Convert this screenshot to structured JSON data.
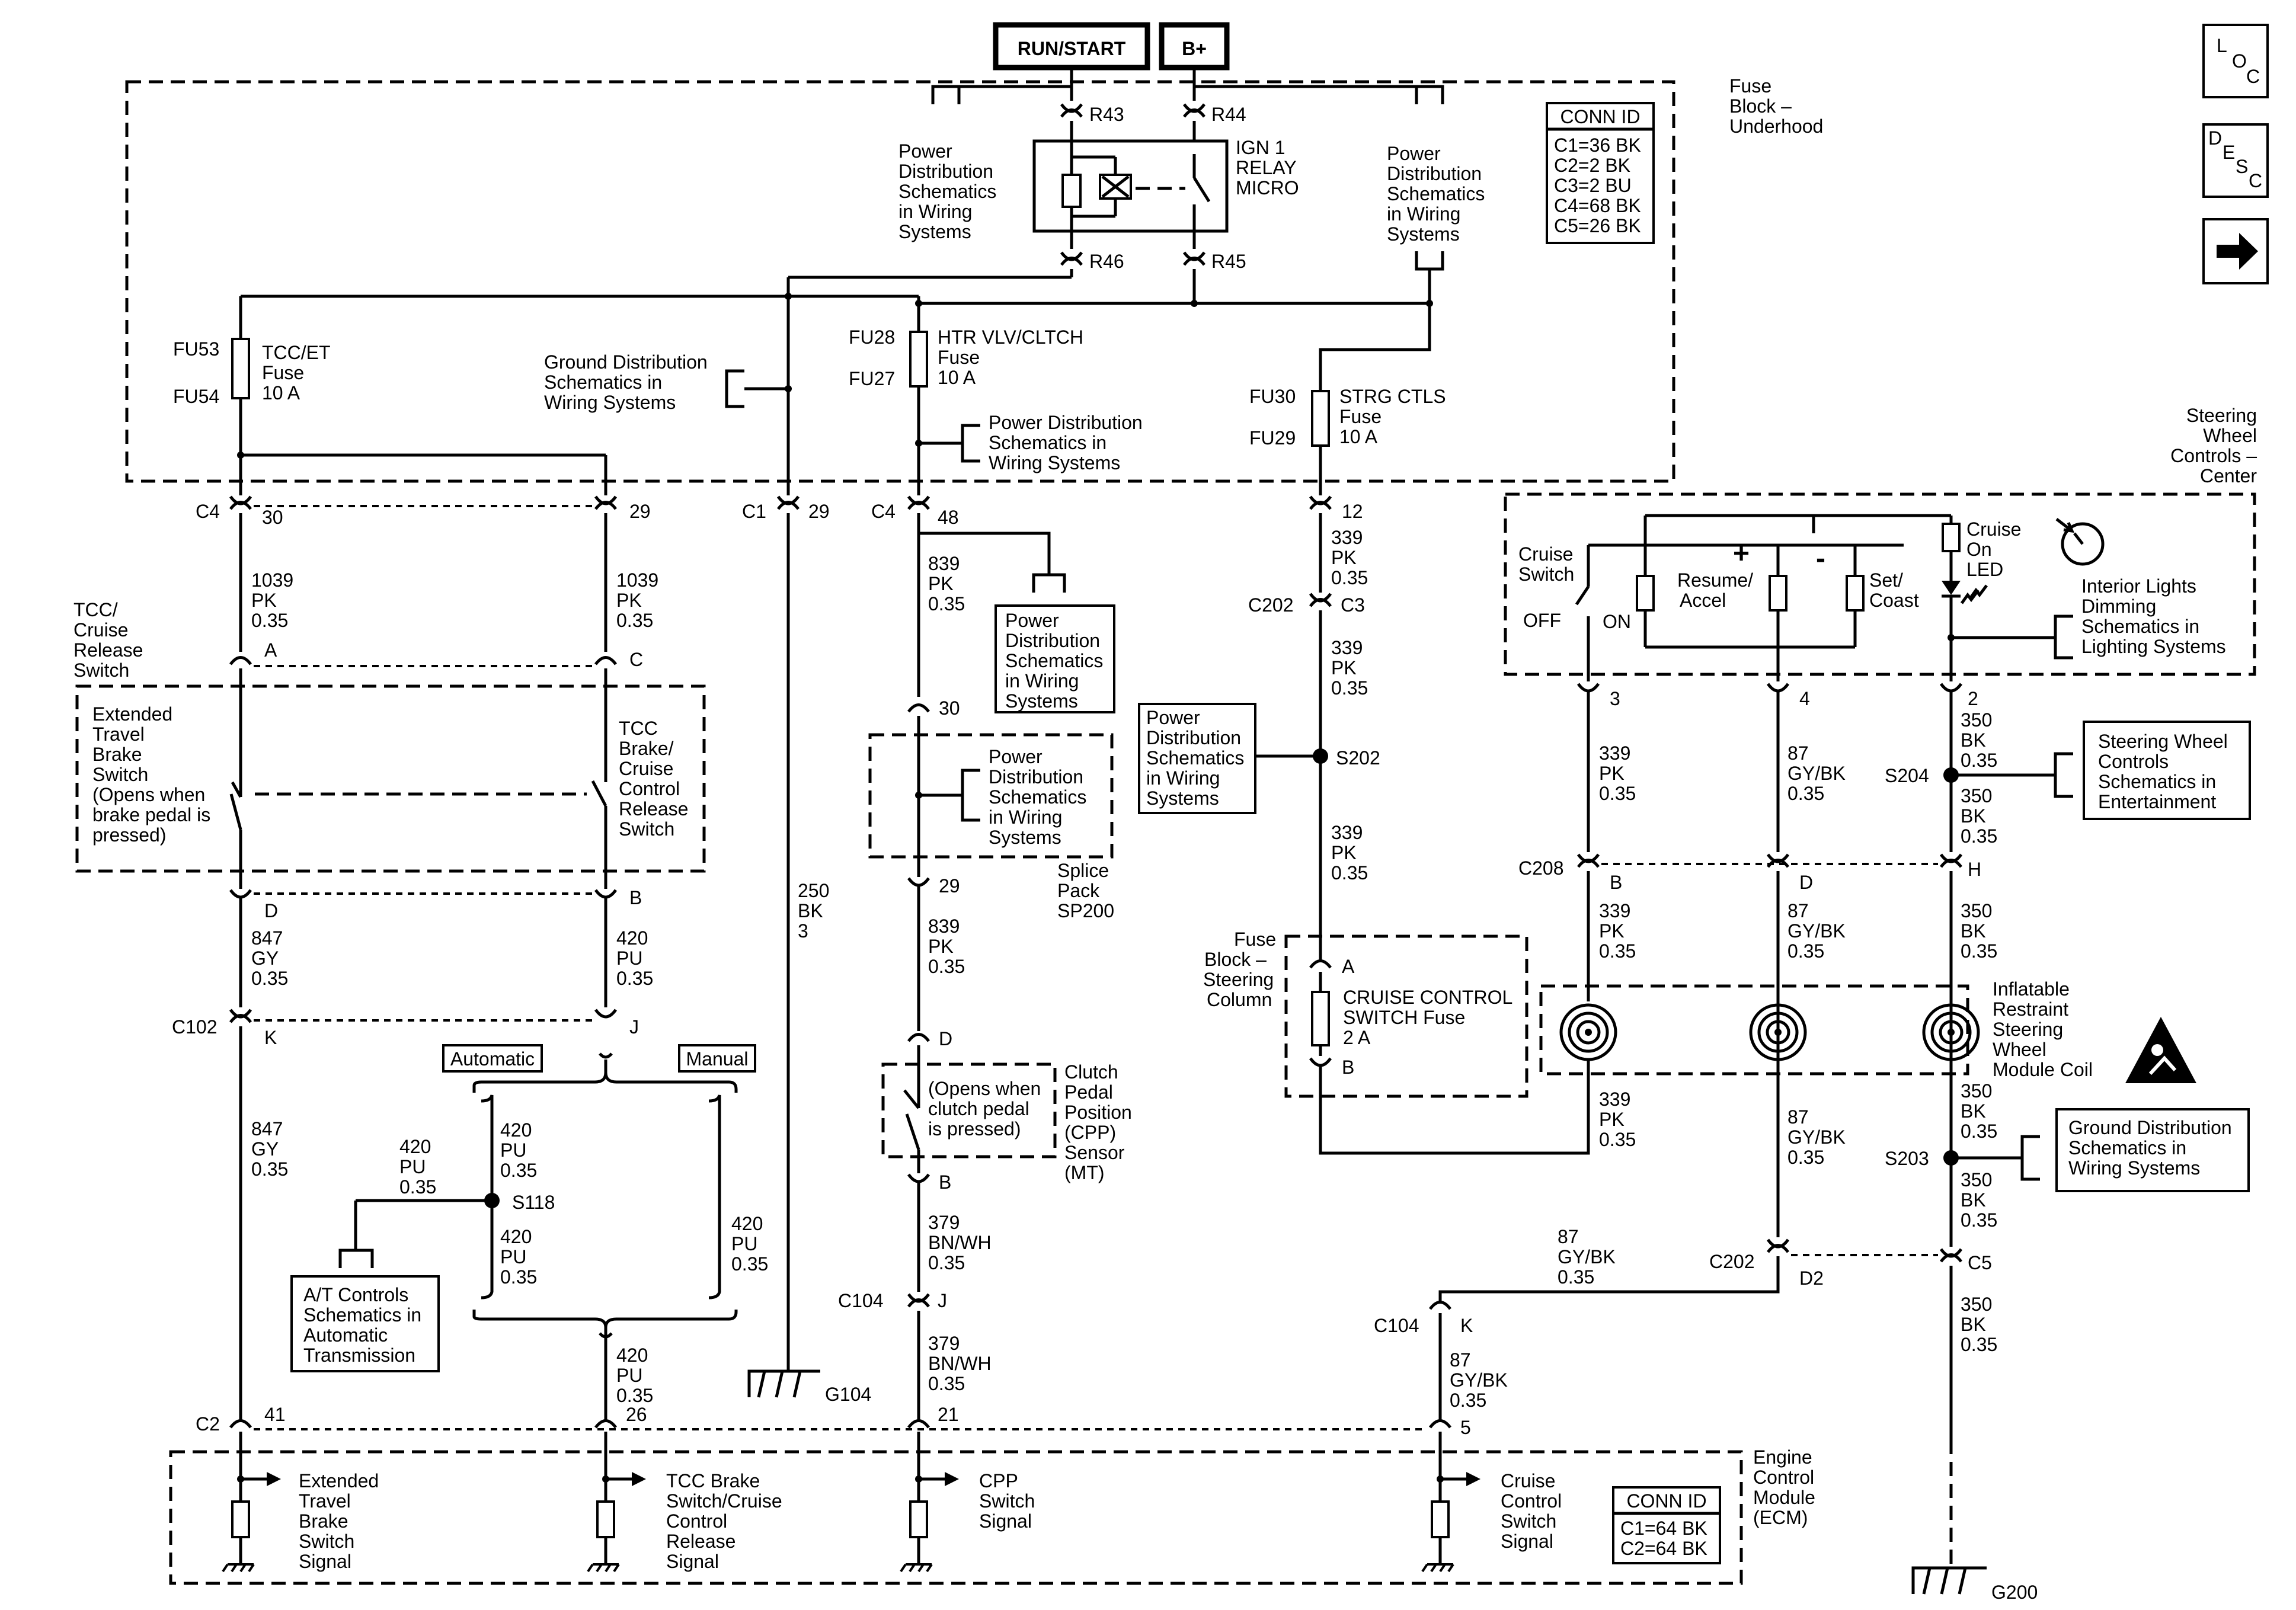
{
  "top": {
    "run_start": "RUN/START",
    "b_plus": "B+"
  },
  "nav": {
    "loc_l": "L",
    "loc_o": "O",
    "loc_c": "C",
    "desc_d": "D",
    "desc_e": "E",
    "desc_s": "S",
    "desc_c": "C",
    "arrow": "➡"
  },
  "fuse_block_underhood": {
    "title": [
      "Fuse",
      "Block –",
      "Underhood"
    ],
    "conn_title": "CONN ID",
    "conn": [
      "C1=36 BK",
      "C2=2 BK",
      "C3=2 BU",
      "C4=68 BK",
      "C5=26 BK"
    ],
    "r43": "R43",
    "r44": "R44",
    "r45": "R45",
    "r46": "R46",
    "relay": [
      "IGN 1",
      "RELAY",
      "MICRO"
    ],
    "pd_left": [
      "Power",
      "Distribution",
      "Schematics",
      "in Wiring",
      "Systems"
    ],
    "pd_right": [
      "Power",
      "Distribution",
      "Schematics",
      "in Wiring",
      "Systems"
    ],
    "fu53": "FU53",
    "fu54": "FU54",
    "tcc_fuse": [
      "TCC/ET",
      "Fuse",
      "10 A"
    ],
    "ground_ref": [
      "Ground Distribution",
      "Schematics in",
      "Wiring Systems"
    ],
    "fu28": "FU28",
    "fu27": "FU27",
    "htr_fuse": [
      "HTR VLV/CLTCH",
      "Fuse",
      "10 A"
    ],
    "pd_mid": [
      "Power Distribution",
      "Schematics in",
      "Wiring Systems"
    ],
    "fu30": "FU30",
    "fu29": "FU29",
    "strg_fuse": [
      "STRG CTLS",
      "Fuse",
      "10 A"
    ]
  },
  "connectors": {
    "c4": "C4",
    "c4_30": "30",
    "c4_29": "29",
    "c1": "C1",
    "c1_29": "29",
    "c4b": "C4",
    "c4_48": "48",
    "c_12": "12",
    "sw_a": "A",
    "sw_c": "C",
    "sw_d": "D",
    "sw_b": "B",
    "c102": "C102",
    "c102_k": "K",
    "c102_j": "J",
    "sp_30": "30",
    "sp_29": "29",
    "cpp_d": "D",
    "cpp_b": "B",
    "c104": "C104",
    "c104_j": "J",
    "c202": "C202",
    "c202_c3": "C3",
    "s202": "S202",
    "fbsc_a": "A",
    "fbsc_b": "B",
    "swc_3": "3",
    "swc_4": "4",
    "swc_2": "2",
    "s204": "S204",
    "c208": "C208",
    "c208_b": "B",
    "c208_d": "D",
    "c208_h": "H",
    "s203": "S203",
    "c202b": "C202",
    "d2": "D2",
    "c5": "C5",
    "c104b": "C104",
    "c104_k": "K",
    "s118": "S118",
    "c2": "C2",
    "c2_41": "41",
    "c2_26": "26",
    "c2_21": "21",
    "c2_5": "5",
    "g104": "G104",
    "g200": "G200"
  },
  "wires": {
    "w1039a": [
      "1039",
      "PK",
      "0.35"
    ],
    "w1039b": [
      "1039",
      "PK",
      "0.35"
    ],
    "w847a": [
      "847",
      "GY",
      "0.35"
    ],
    "w420a": [
      "420",
      "PU",
      "0.35"
    ],
    "w847b": [
      "847",
      "GY",
      "0.35"
    ],
    "w420_left": [
      "420",
      "PU",
      "0.35"
    ],
    "w420_auto1": [
      "420",
      "PU",
      "0.35"
    ],
    "w420_auto2": [
      "420",
      "PU",
      "0.35"
    ],
    "w420_man": [
      "420",
      "PU",
      "0.35"
    ],
    "w420_bot": [
      "420",
      "PU",
      "0.35"
    ],
    "w250": [
      "250",
      "BK",
      "3"
    ],
    "w839a": [
      "839",
      "PK",
      "0.35"
    ],
    "w839b": [
      "839",
      "PK",
      "0.35"
    ],
    "w379a": [
      "379",
      "BN/WH",
      "0.35"
    ],
    "w379b": [
      "379",
      "BN/WH",
      "0.35"
    ],
    "w339a": [
      "339",
      "PK",
      "0.35"
    ],
    "w339b": [
      "339",
      "PK",
      "0.35"
    ],
    "w339c": [
      "339",
      "PK",
      "0.35"
    ],
    "w339d": [
      "339",
      "PK",
      "0.35"
    ],
    "w339e": [
      "339",
      "PK",
      "0.35"
    ],
    "w339f": [
      "339",
      "PK",
      "0.35"
    ],
    "w87a": [
      "87",
      "GY/BK",
      "0.35"
    ],
    "w87b": [
      "87",
      "GY/BK",
      "0.35"
    ],
    "w87c": [
      "87",
      "GY/BK",
      "0.35"
    ],
    "w87d": [
      "87",
      "GY/BK",
      "0.35"
    ],
    "w87e": [
      "87",
      "GY/BK",
      "0.35"
    ],
    "w350a": [
      "350",
      "BK",
      "0.35"
    ],
    "w350b": [
      "350",
      "BK",
      "0.35"
    ],
    "w350c": [
      "350",
      "BK",
      "0.35"
    ],
    "w350d": [
      "350",
      "BK",
      "0.35"
    ],
    "w350e": [
      "350",
      "BK",
      "0.35"
    ],
    "w350f": [
      "350",
      "BK",
      "0.35"
    ]
  },
  "components": {
    "tcc_switch": [
      "TCC/",
      "Cruise",
      "Release",
      "Switch"
    ],
    "ext_travel": [
      "Extended",
      "Travel",
      "Brake",
      "Switch",
      "(Opens when",
      "brake pedal is",
      "pressed)"
    ],
    "tcc_brake": [
      "TCC",
      "Brake/",
      "Cruise",
      "Control",
      "Release",
      "Switch"
    ],
    "automatic": "Automatic",
    "manual": "Manual",
    "at_controls": [
      "A/T Controls",
      "Schematics in",
      "Automatic",
      "Transmission"
    ],
    "pd_box1": [
      "Power",
      "Distribution",
      "Schematics",
      "in Wiring",
      "Systems"
    ],
    "pd_splice": [
      "Power",
      "Distribution",
      "Schematics",
      "in Wiring",
      "Systems"
    ],
    "splice_pack": [
      "Splice",
      "Pack",
      "SP200"
    ],
    "cpp_note": [
      "(Opens when",
      "clutch pedal",
      "is pressed)"
    ],
    "cpp": [
      "Clutch",
      "Pedal",
      "Position",
      "(CPP)",
      "Sensor",
      "(MT)"
    ],
    "pd_s202": [
      "Power",
      "Distribution",
      "Schematics",
      "in Wiring",
      "Systems"
    ],
    "fb_steering": [
      "Fuse",
      "Block –",
      "Steering",
      "Column"
    ],
    "cruise_fuse": [
      "CRUISE CONTROL",
      "SWITCH Fuse",
      "2 A"
    ],
    "swc_center": [
      "Steering",
      "Wheel",
      "Controls –",
      "Center"
    ],
    "cruise_switch": [
      "Cruise",
      "Switch"
    ],
    "off": "OFF",
    "on": "ON",
    "plus": "+",
    "minus": "-",
    "resume": [
      "Resume/",
      "Accel"
    ],
    "set": [
      "Set/",
      "Coast"
    ],
    "cruise_led": [
      "Cruise",
      "On",
      "LED"
    ],
    "dimming": [
      "Interior Lights",
      "Dimming",
      "Schematics in",
      "Lighting Systems"
    ],
    "swc_ent": [
      "Steering Wheel",
      "Controls",
      "Schematics in",
      "Entertainment"
    ],
    "coil": [
      "Inflatable",
      "Restraint",
      "Steering",
      "Wheel",
      "Module Coil"
    ],
    "gnd_s203": [
      "Ground Distribution",
      "Schematics in",
      "Wiring Systems"
    ]
  },
  "ecm": {
    "title": [
      "Engine",
      "Control",
      "Module",
      "(ECM)"
    ],
    "conn_title": "CONN ID",
    "conn": [
      "C1=64 BK",
      "C2=64 BK"
    ],
    "sig1": [
      "Extended",
      "Travel",
      "Brake",
      "Switch",
      "Signal"
    ],
    "sig2": [
      "TCC Brake",
      "Switch/Cruise",
      "Control",
      "Release",
      "Signal"
    ],
    "sig3": [
      "CPP",
      "Switch",
      "Signal"
    ],
    "sig4": [
      "Cruise",
      "Control",
      "Switch",
      "Signal"
    ]
  }
}
